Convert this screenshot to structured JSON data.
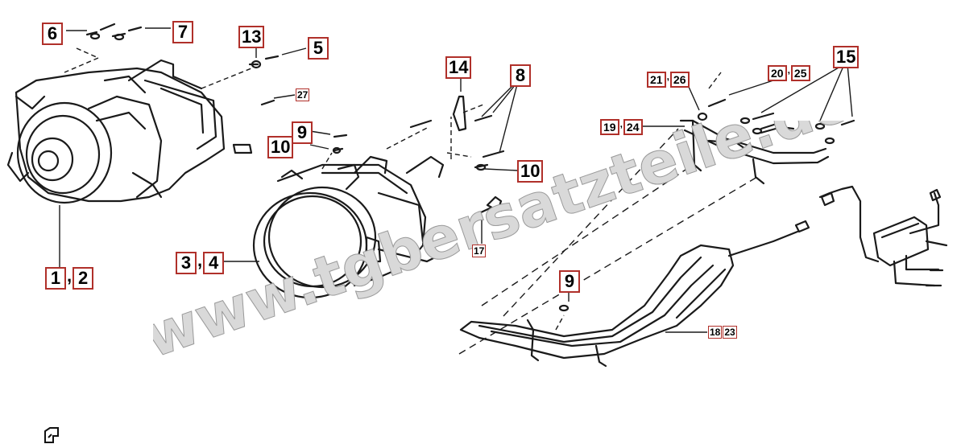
{
  "watermark": {
    "text": "www.tgbersatzteile.de"
  },
  "colors": {
    "line": "#1a1a1a",
    "box_border": "#b0302a",
    "watermark": "#d9d9d9"
  },
  "labels": {
    "l6": "6",
    "l7": "7",
    "l13": "13",
    "l5": "5",
    "l27": "27",
    "l9a": "9",
    "l10a": "10",
    "l14": "14",
    "l8": "8",
    "l10b": "10",
    "l3": "3",
    "l4": "4",
    "l1": "1",
    "l2": "2",
    "l17": "17",
    "l9b": "9",
    "l18": "18",
    "l23": "23",
    "l21": "21",
    "l26": "26",
    "l20": "20",
    "l25": "25",
    "l15": "15",
    "l19": "19",
    "l24": "24",
    "comma": ","
  }
}
